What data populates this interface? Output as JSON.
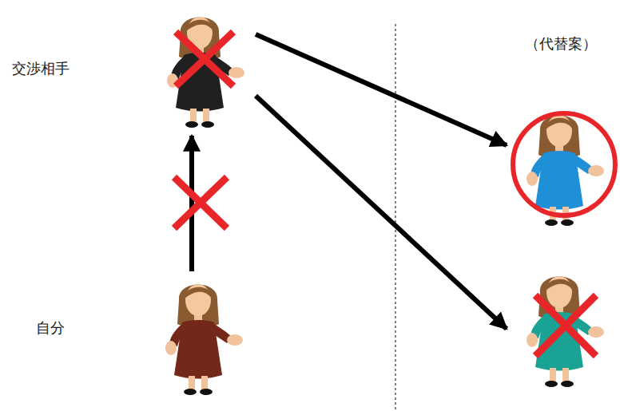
{
  "diagram": {
    "nodes": [
      {
        "text": [
          "交渉相手"
        ]
      },
      {
        "text": [
          "自分"
        ]
      },
      {
        "text": [
          "（代替案）"
        ]
      }
    ],
    "edges": [
      {
        "from": 1,
        "to": 0,
        "arrow": "to"
      },
      {
        "from": 1,
        "to": 2,
        "arrow": "to"
      },
      {
        "from": 1,
        "to": 2,
        "arrow": "to"
      }
    ]
  }
}
